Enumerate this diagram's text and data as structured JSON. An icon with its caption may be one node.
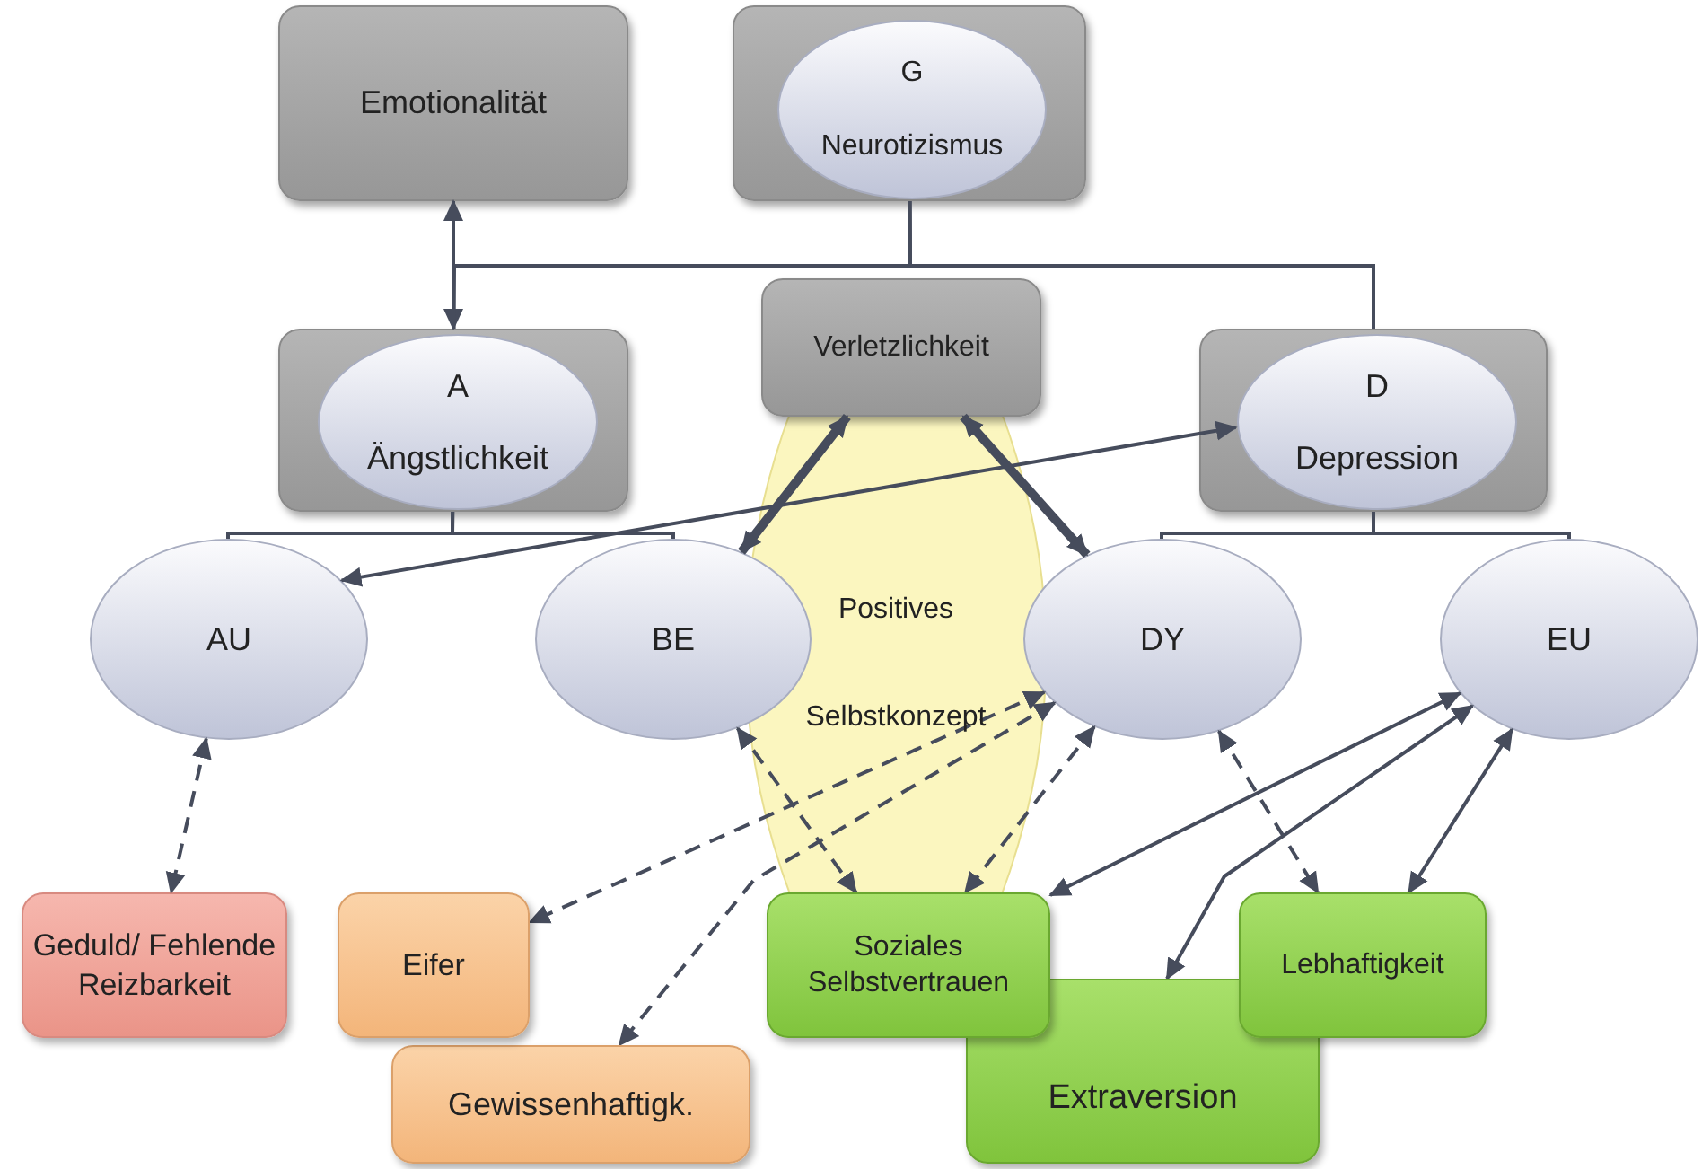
{
  "diagram": {
    "nodes": [
      {
        "text": [
          "Emotionalität"
        ]
      },
      {
        "text": [],
        "shape": "box"
      },
      {
        "text": [
          "G",
          "Neurotizismus"
        ],
        "in": 1
      },
      {
        "text": [
          "Verletzlichkeit"
        ]
      },
      {
        "text": [],
        "shape": "box"
      },
      {
        "text": [
          "A",
          "Ängstlichkeit"
        ],
        "in": 4
      },
      {
        "text": [],
        "shape": "box"
      },
      {
        "text": [
          "D",
          "Depression"
        ],
        "in": 6
      },
      {
        "text": [
          "AU"
        ]
      },
      {
        "text": [
          "BE"
        ]
      },
      {
        "text": [
          "DY"
        ]
      },
      {
        "text": [
          "EU"
        ]
      },
      {
        "text": [
          "Geduld/ Fehlende Reizbarkeit"
        ]
      },
      {
        "text": [
          "Eifer"
        ]
      },
      {
        "text": [
          "Gewissenhaftigk."
        ]
      },
      {
        "text": [
          "Soziales Selbstvertrauen"
        ]
      },
      {
        "text": [
          "Extraversion"
        ]
      },
      {
        "text": [
          "Lebhaftigkeit"
        ]
      }
    ],
    "edges": [
      {
        "from": 0,
        "to": 4,
        "arrow": "both"
      },
      {
        "from": 1,
        "to": 4,
        "arrow": "none"
      },
      {
        "from": 1,
        "to": 6,
        "arrow": "none"
      },
      {
        "from": 4,
        "to": 8,
        "arrow": "none"
      },
      {
        "from": 4,
        "to": 9,
        "arrow": "none"
      },
      {
        "from": 6,
        "to": 10,
        "arrow": "none"
      },
      {
        "from": 6,
        "to": 11,
        "arrow": "none"
      },
      {
        "from": 8,
        "to": 7,
        "arrow": "both"
      },
      {
        "from": 3,
        "to": 9,
        "arrow": "both",
        "style": "thick"
      },
      {
        "from": 3,
        "to": 10,
        "arrow": "both",
        "style": "thick"
      },
      {
        "from": 8,
        "to": 12,
        "arrow": "both",
        "style": "dashed"
      },
      {
        "from": 9,
        "to": 15,
        "arrow": "both",
        "style": "dashed"
      },
      {
        "from": 10,
        "to": 13,
        "arrow": "both",
        "style": "dashed"
      },
      {
        "from": 10,
        "to": 14,
        "arrow": "both",
        "style": "dashed"
      },
      {
        "from": 10,
        "to": 15,
        "arrow": "both",
        "style": "dashed"
      },
      {
        "from": 10,
        "to": 17,
        "arrow": "both",
        "style": "dashed"
      },
      {
        "from": 11,
        "to": 15,
        "arrow": "both"
      },
      {
        "from": 11,
        "to": 17,
        "arrow": "both"
      },
      {
        "from": 11,
        "to": 16,
        "arrow": "both"
      }
    ],
    "labels": [
      "Positives Selbstkonzept"
    ]
  }
}
